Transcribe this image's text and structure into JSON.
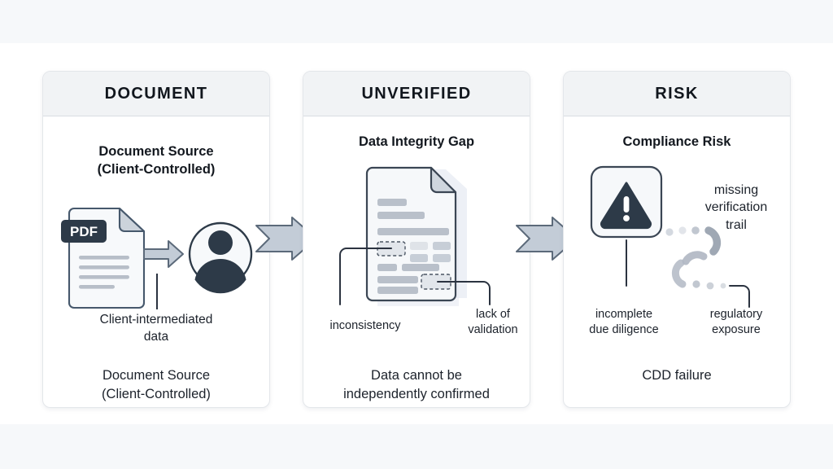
{
  "diagram": {
    "title_flow": "DOCUMENT to UNVERIFIED to RISK",
    "colors": {
      "page_background": "#ffffff",
      "band_background": "#f6f8fa",
      "panel_background": "#ffffff",
      "panel_border": "#e3e6ea",
      "panel_header_background": "#f1f3f5",
      "heading_text": "#11161d",
      "body_text": "#1c222b",
      "icon_dark": "#2d3a48",
      "icon_light_fill": "#f4f6f8",
      "icon_line_gray": "#b7bec8",
      "arrow_fill": "#c3ccd7",
      "arrow_stroke": "#5c6a7a",
      "connector_stroke": "#2b3340",
      "dotted_trail": "#aab3bf"
    }
  },
  "panels": [
    {
      "id": "document",
      "header": "DOCUMENT",
      "subtitle": "Document Source\n(Client-Controlled)",
      "subtitle_line1": "Document Source",
      "subtitle_line2": "(Client-Controlled)",
      "icons": [
        {
          "name": "pdf-file-icon",
          "badge": "PDF"
        },
        {
          "name": "small-arrow-icon"
        },
        {
          "name": "person-avatar-icon"
        }
      ],
      "annotations": [
        {
          "name": "client-intermediated-data",
          "line1": "Client-intermediated",
          "line2": "data"
        }
      ],
      "caption_line1": "Document Source",
      "caption_line2": "(Client-Controlled)"
    },
    {
      "id": "unverified",
      "header": "UNVERIFIED",
      "subtitle": "Data Integrity Gap",
      "subtitle_line1": "Data Integrity Gap",
      "subtitle_line2": "",
      "icons": [
        {
          "name": "stacked-document-icon",
          "badge": ""
        }
      ],
      "annotations": [
        {
          "name": "inconsistency",
          "line1": "inconsistency",
          "line2": ""
        },
        {
          "name": "lack-of-validation",
          "line1": "lack of",
          "line2": "validation"
        }
      ],
      "caption_line1": "Data cannot be",
      "caption_line2": "independently confirmed"
    },
    {
      "id": "risk",
      "header": "RISK",
      "subtitle": "Compliance Risk",
      "subtitle_line1": "Compliance Risk",
      "subtitle_line2": "",
      "icons": [
        {
          "name": "warning-triangle-icon",
          "badge": ""
        },
        {
          "name": "dotted-trail-icon",
          "badge": ""
        }
      ],
      "annotations": [
        {
          "name": "missing-verification-trail",
          "line1": "missing",
          "line2": "verification",
          "line3": "trail"
        },
        {
          "name": "incomplete-due-diligence",
          "line1": "incomplete",
          "line2": "due diligence"
        },
        {
          "name": "regulatory-exposure",
          "line1": "regulatory",
          "line2": "exposure"
        }
      ],
      "caption_line1": "CDD failure",
      "caption_line2": ""
    }
  ],
  "flow_arrows": [
    {
      "name": "flow-arrow-document-to-unverified",
      "direction": "right"
    },
    {
      "name": "flow-arrow-unverified-to-risk",
      "direction": "right"
    }
  ]
}
